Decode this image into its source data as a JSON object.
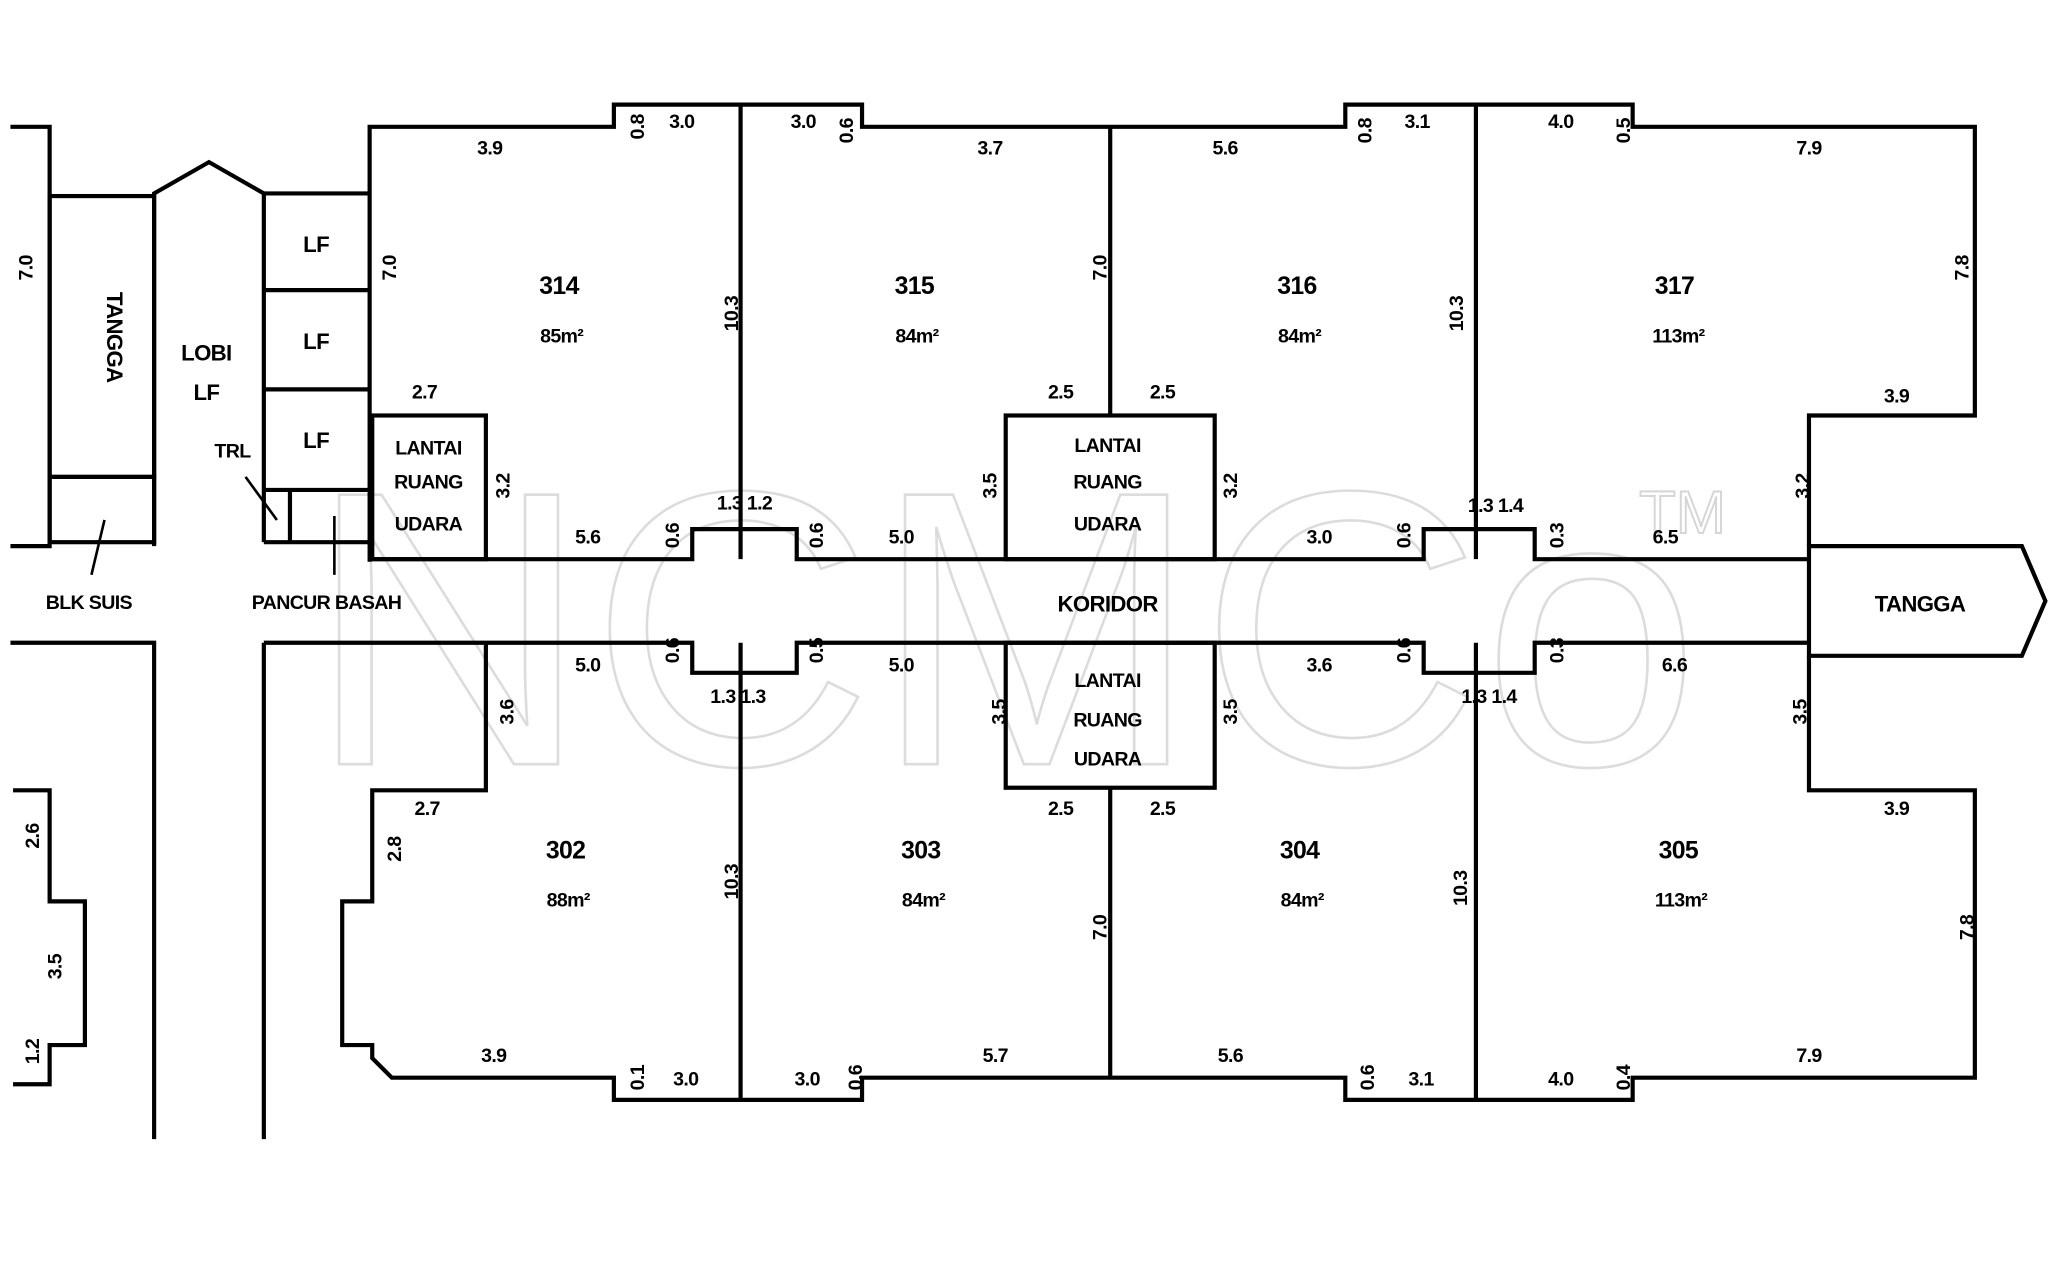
{
  "watermark": "NCMCo",
  "watermark_tm": "TM",
  "corridor_label": "KORIDOR",
  "stair_label": "TANGGA",
  "lobby": {
    "line1": "LOBI",
    "line2": "LF"
  },
  "lift_label": "LF",
  "trl_label": "TRL",
  "void": {
    "line1": "LANTAI",
    "line2": "RUANG",
    "line3": "UDARA"
  },
  "bilik_label": "BLK SUIS",
  "pancur_label": "PANCUR BASAH",
  "units_top": [
    {
      "id": "314",
      "area": "85m²"
    },
    {
      "id": "315",
      "area": "84m²"
    },
    {
      "id": "316",
      "area": "84m²"
    },
    {
      "id": "317",
      "area": "113m²"
    }
  ],
  "units_bottom": [
    {
      "id": "302",
      "area": "88m²"
    },
    {
      "id": "303",
      "area": "84m²"
    },
    {
      "id": "304",
      "area": "84m²"
    },
    {
      "id": "305",
      "area": "113m²"
    }
  ],
  "dims": [
    "3.9",
    "0.8",
    "3.0",
    "3.0",
    "0.6",
    "3.7",
    "5.6",
    "0.8",
    "3.1",
    "4.0",
    "0.5",
    "7.9",
    "7.0",
    "7.0",
    "10.3",
    "7.0",
    "10.3",
    "7.8",
    "2.7",
    "2.5",
    "2.5",
    "3.9",
    "3.2",
    "3.5",
    "3.2",
    "3.2",
    "5.6",
    "0.6",
    "1.3 1.2",
    "0.6",
    "5.0",
    "3.0",
    "0.6",
    "1.3 1.4",
    "0.3",
    "6.5",
    "5.0",
    "0.6",
    "1.3 1.3",
    "0.5",
    "5.0",
    "3.6",
    "0.6",
    "1.3 1.4",
    "0.3",
    "6.6",
    "3.6",
    "3.5",
    "3.5",
    "3.5",
    "2.7",
    "2.5",
    "2.5",
    "3.9",
    "2.8",
    "10.3",
    "7.0",
    "10.3",
    "7.8",
    "3.9",
    "0.1",
    "3.0",
    "3.0",
    "0.6",
    "5.7",
    "5.6",
    "0.6",
    "3.1",
    "4.0",
    "0.4",
    "7.9",
    "2.6",
    "3.5",
    "1.2"
  ]
}
